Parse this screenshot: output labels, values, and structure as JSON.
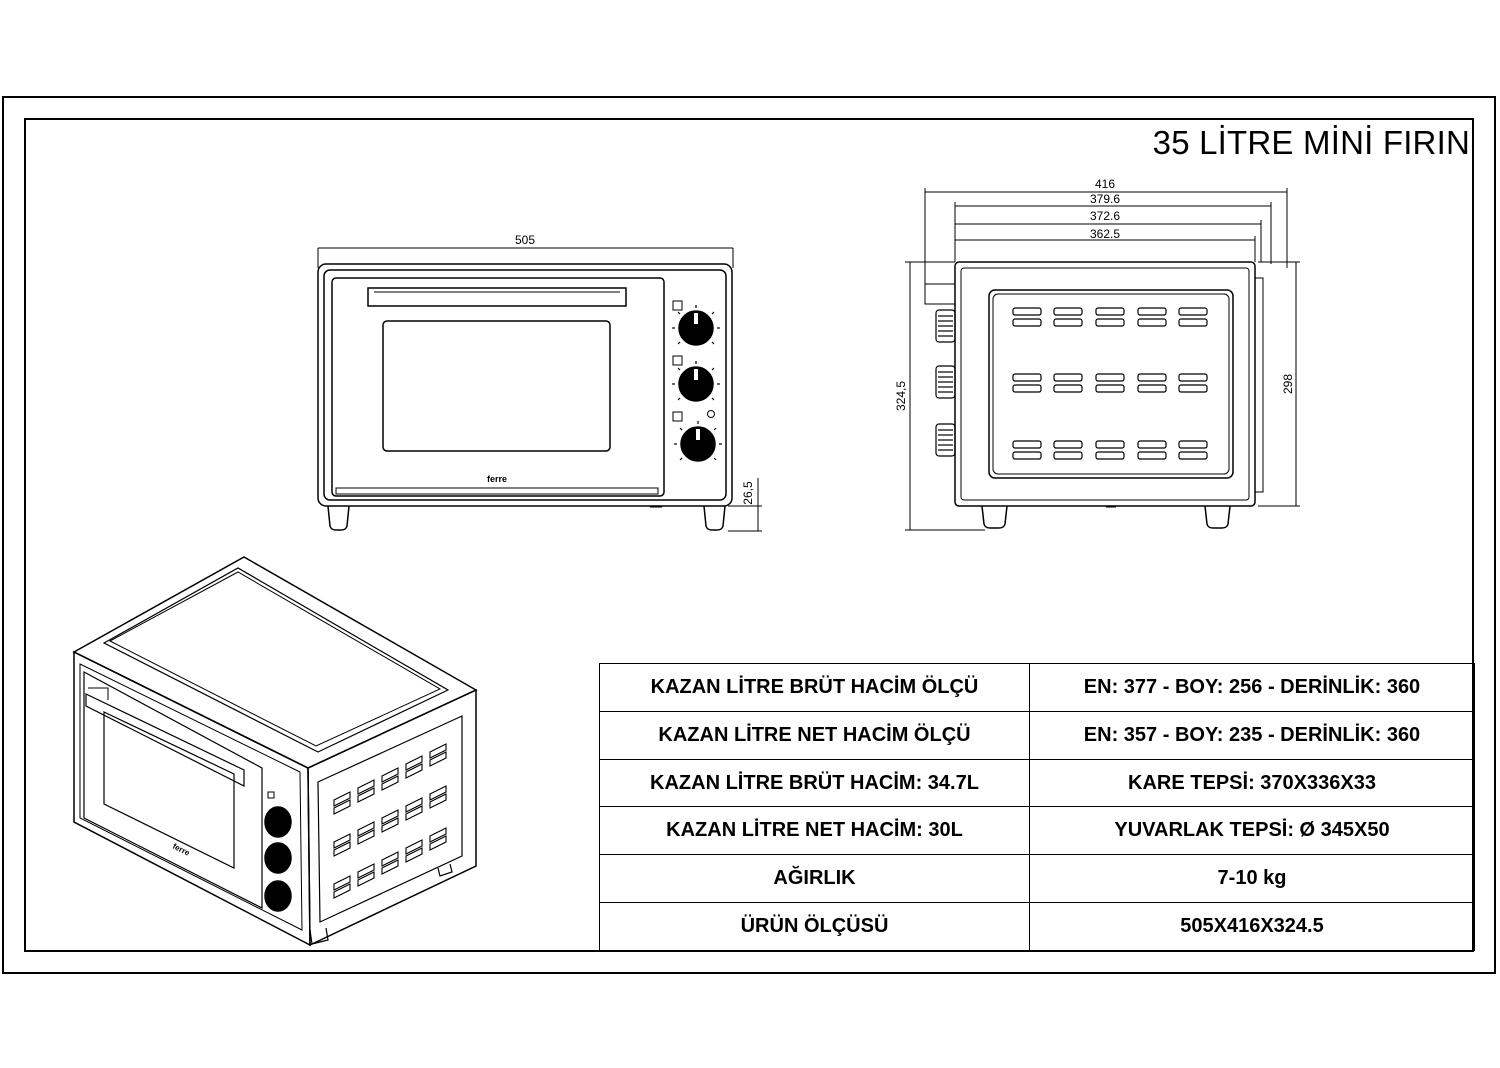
{
  "title": "35 LİTRE MİNİ FIRIN",
  "front_view": {
    "width_dim": "505",
    "foot_dim": "26,5",
    "brand_logo": "ferre"
  },
  "side_view": {
    "dims_top": [
      "416",
      "379.6",
      "372.6",
      "362.5"
    ],
    "height_left": "324,5",
    "height_right": "298"
  },
  "spec_table": {
    "rows": [
      {
        "label": "KAZAN LİTRE BRÜT HACİM ÖLÇÜ",
        "value": "EN: 377 - BOY: 256 - DERİNLİK: 360"
      },
      {
        "label": "KAZAN LİTRE NET HACİM ÖLÇÜ",
        "value": "EN: 357 - BOY: 235 - DERİNLİK: 360"
      },
      {
        "label": "KAZAN LİTRE BRÜT HACİM: 34.7L",
        "value": "KARE TEPSİ:  370X336X33"
      },
      {
        "label": "KAZAN LİTRE NET HACİM: 30L",
        "value": "YUVARLAK TEPSİ:  Ø 345X50"
      },
      {
        "label": "AĞIRLIK",
        "value": "7-10 kg"
      },
      {
        "label": "ÜRÜN ÖLÇÜSÜ",
        "value": "505X416X324.5"
      }
    ]
  }
}
